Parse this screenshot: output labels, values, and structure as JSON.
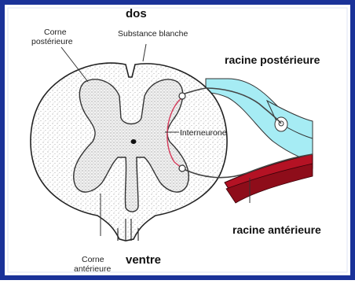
{
  "diagram": {
    "labels": {
      "top": "dos",
      "bottom": "ventre",
      "posterior_horn": [
        "Corne",
        "postérieure"
      ],
      "anterior_horn": [
        "Corne",
        "antérieure"
      ],
      "white_matter": "Substance blanche",
      "interneuron": "Interneurone",
      "dorsal_root": "racine postérieure",
      "ventral_root": "racine antérieure"
    },
    "colors": {
      "frame": "#1a3299",
      "dorsal_root": "#a6ecf4",
      "ventral_root": "#b41224",
      "outline": "#222222"
    }
  }
}
